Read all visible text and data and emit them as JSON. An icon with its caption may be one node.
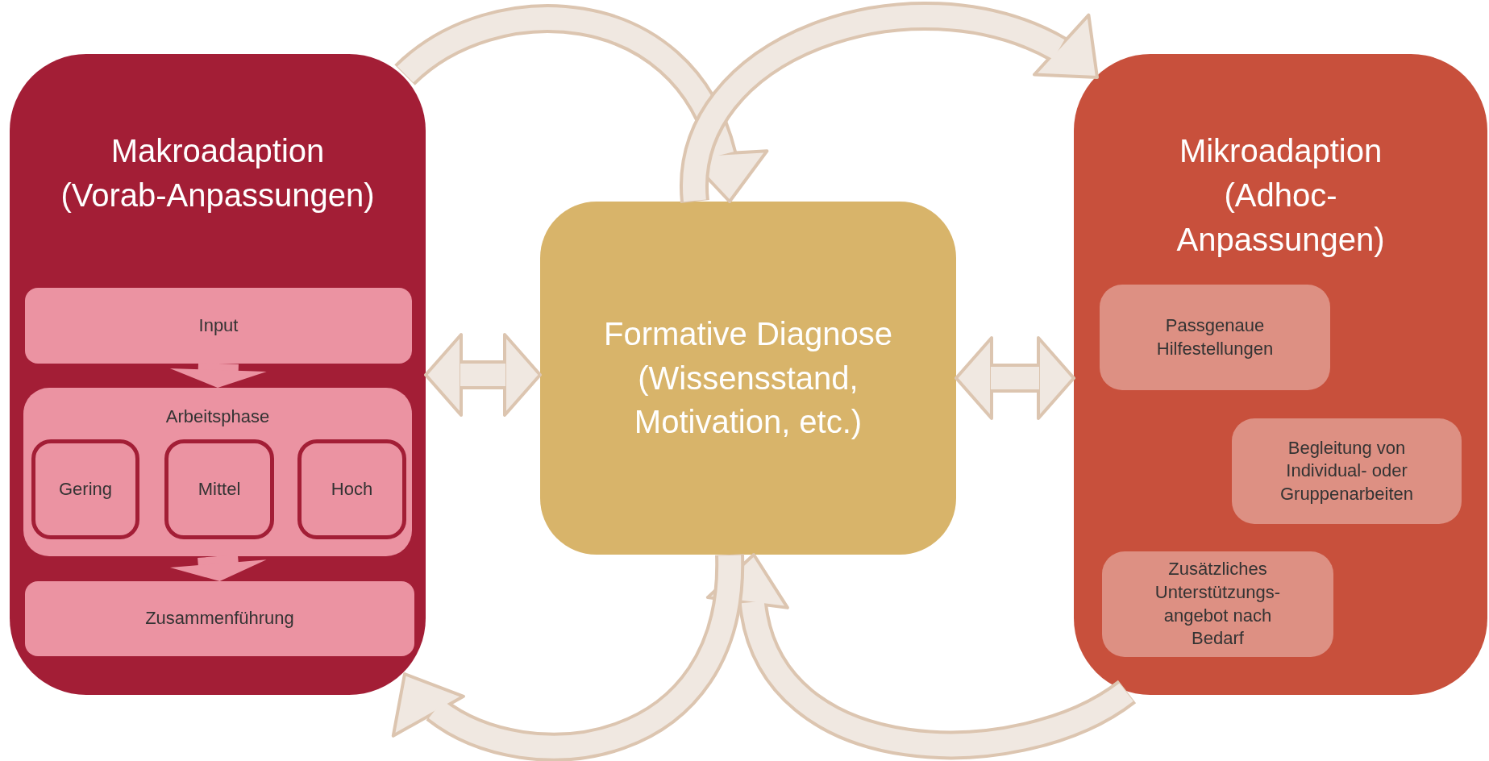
{
  "diagram": {
    "nodes": [
      {
        "text": [
          "Makroadaption",
          "(Vorab-Anpassungen)"
        ]
      },
      {
        "text": [
          "Input"
        ],
        "in": 0
      },
      {
        "text": [
          "Arbeitsphase"
        ],
        "in": 0
      },
      {
        "text": [
          "Gering"
        ],
        "in": 2
      },
      {
        "text": [
          "Mittel"
        ],
        "in": 2
      },
      {
        "text": [
          "Hoch"
        ],
        "in": 2
      },
      {
        "text": [
          "Zusammenführung"
        ],
        "in": 0
      },
      {
        "text": [
          "Formative Diagnose",
          "(Wissensstand, Motivation, etc.)"
        ]
      },
      {
        "text": [
          "Mikroadaption",
          "(Adhoc- Anpassungen)"
        ]
      },
      {
        "text": [
          "Passgenaue Hilfestellungen"
        ],
        "in": 8
      },
      {
        "text": [
          "Begleitung von Individual- oder Gruppenarbeiten"
        ],
        "in": 8
      },
      {
        "text": [
          "Zusätzliches Unterstützungs- angebot nach Bedarf"
        ],
        "in": 8
      }
    ],
    "edges": [
      {
        "from": 1,
        "to": 2,
        "arrow": "to",
        "color": "#eb93a2"
      },
      {
        "from": 2,
        "to": 6,
        "arrow": "to",
        "color": "#eb93a2"
      },
      {
        "from": 0,
        "to": 7,
        "arrow": "both"
      },
      {
        "from": 7,
        "to": 8,
        "arrow": "both"
      },
      {
        "from": 0,
        "to": 7,
        "arrow": "to"
      },
      {
        "from": 7,
        "to": 8,
        "arrow": "to"
      },
      {
        "from": 8,
        "to": 7,
        "arrow": "to"
      },
      {
        "from": 7,
        "to": 0,
        "arrow": "to"
      }
    ]
  }
}
